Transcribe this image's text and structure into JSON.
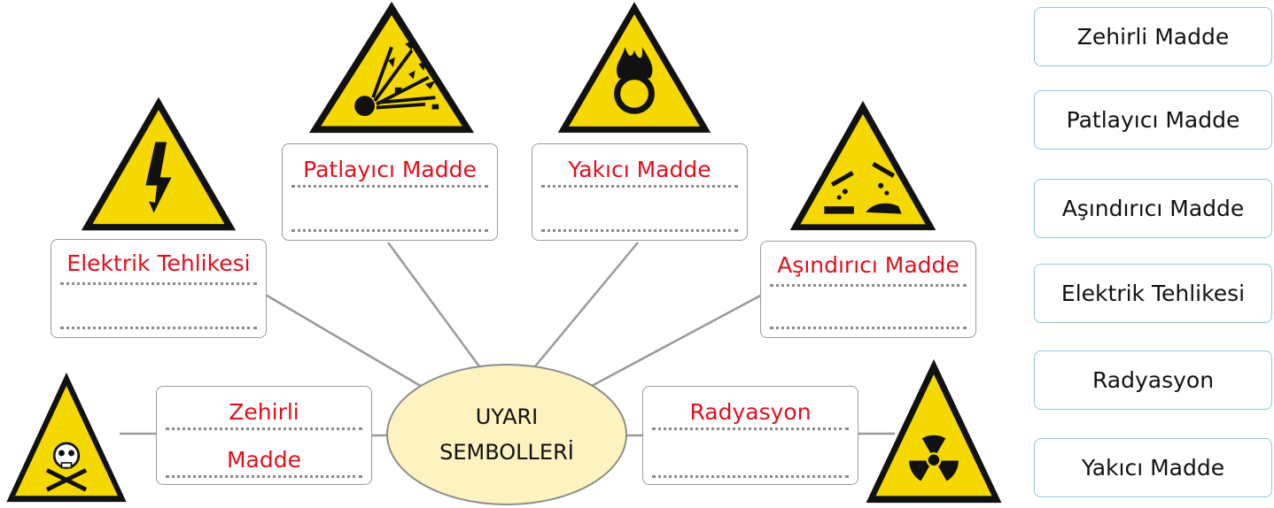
{
  "center": {
    "line1": "UYARI",
    "line2": "SEMBOLLERİ"
  },
  "answers": {
    "explosive": "Patlayıcı Madde",
    "oxidizer": "Yakıcı Madde",
    "electric": "Elektrik Tehlikesi",
    "corrosive": "Aşındırıcı Madde",
    "toxic_line1": "Zehirli",
    "toxic_line2": "Madde",
    "radiation": "Radyasyon"
  },
  "options": [
    "Zehirli Madde",
    "Patlayıcı Madde",
    "Aşındırıcı Madde",
    "Elektrik Tehlikesi",
    "Radyasyon",
    "Yakıcı Madde"
  ],
  "icons": {
    "explosive": "explosive-warning-icon",
    "oxidizer": "oxidizer-warning-icon",
    "electric": "electric-warning-icon",
    "corrosive": "corrosive-warning-icon",
    "toxic": "toxic-warning-icon",
    "radiation": "radiation-warning-icon"
  },
  "colors": {
    "answer_text": "#e0101e",
    "sign_yellow": "#f5d800",
    "center_fill": "#fdf3c0",
    "option_border": "#8fc7e3"
  }
}
